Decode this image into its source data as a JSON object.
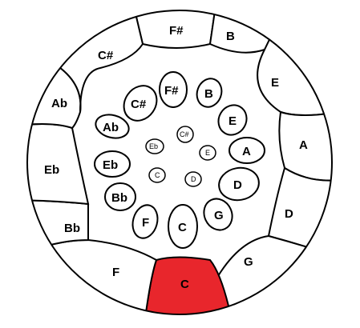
{
  "highlight_color": "#e8262c",
  "outer_ring": [
    {
      "label": "F#",
      "active": false
    },
    {
      "label": "B",
      "active": false
    },
    {
      "label": "E",
      "active": false
    },
    {
      "label": "A",
      "active": false
    },
    {
      "label": "D",
      "active": false
    },
    {
      "label": "G",
      "active": false
    },
    {
      "label": "C",
      "active": true
    },
    {
      "label": "F",
      "active": false
    },
    {
      "label": "Bb",
      "active": false
    },
    {
      "label": "Eb",
      "active": false
    },
    {
      "label": "Ab",
      "active": false
    },
    {
      "label": "C#",
      "active": false
    }
  ],
  "middle_ring": [
    {
      "label": "F#"
    },
    {
      "label": "B"
    },
    {
      "label": "E"
    },
    {
      "label": "A"
    },
    {
      "label": "D"
    },
    {
      "label": "G"
    },
    {
      "label": "C"
    },
    {
      "label": "F"
    },
    {
      "label": "Bb"
    },
    {
      "label": "Eb"
    },
    {
      "label": "Ab"
    },
    {
      "label": "C#"
    }
  ],
  "inner_ring": [
    {
      "label": "C#"
    },
    {
      "label": "E"
    },
    {
      "label": "D"
    },
    {
      "label": "C"
    },
    {
      "label": "Eb"
    }
  ]
}
